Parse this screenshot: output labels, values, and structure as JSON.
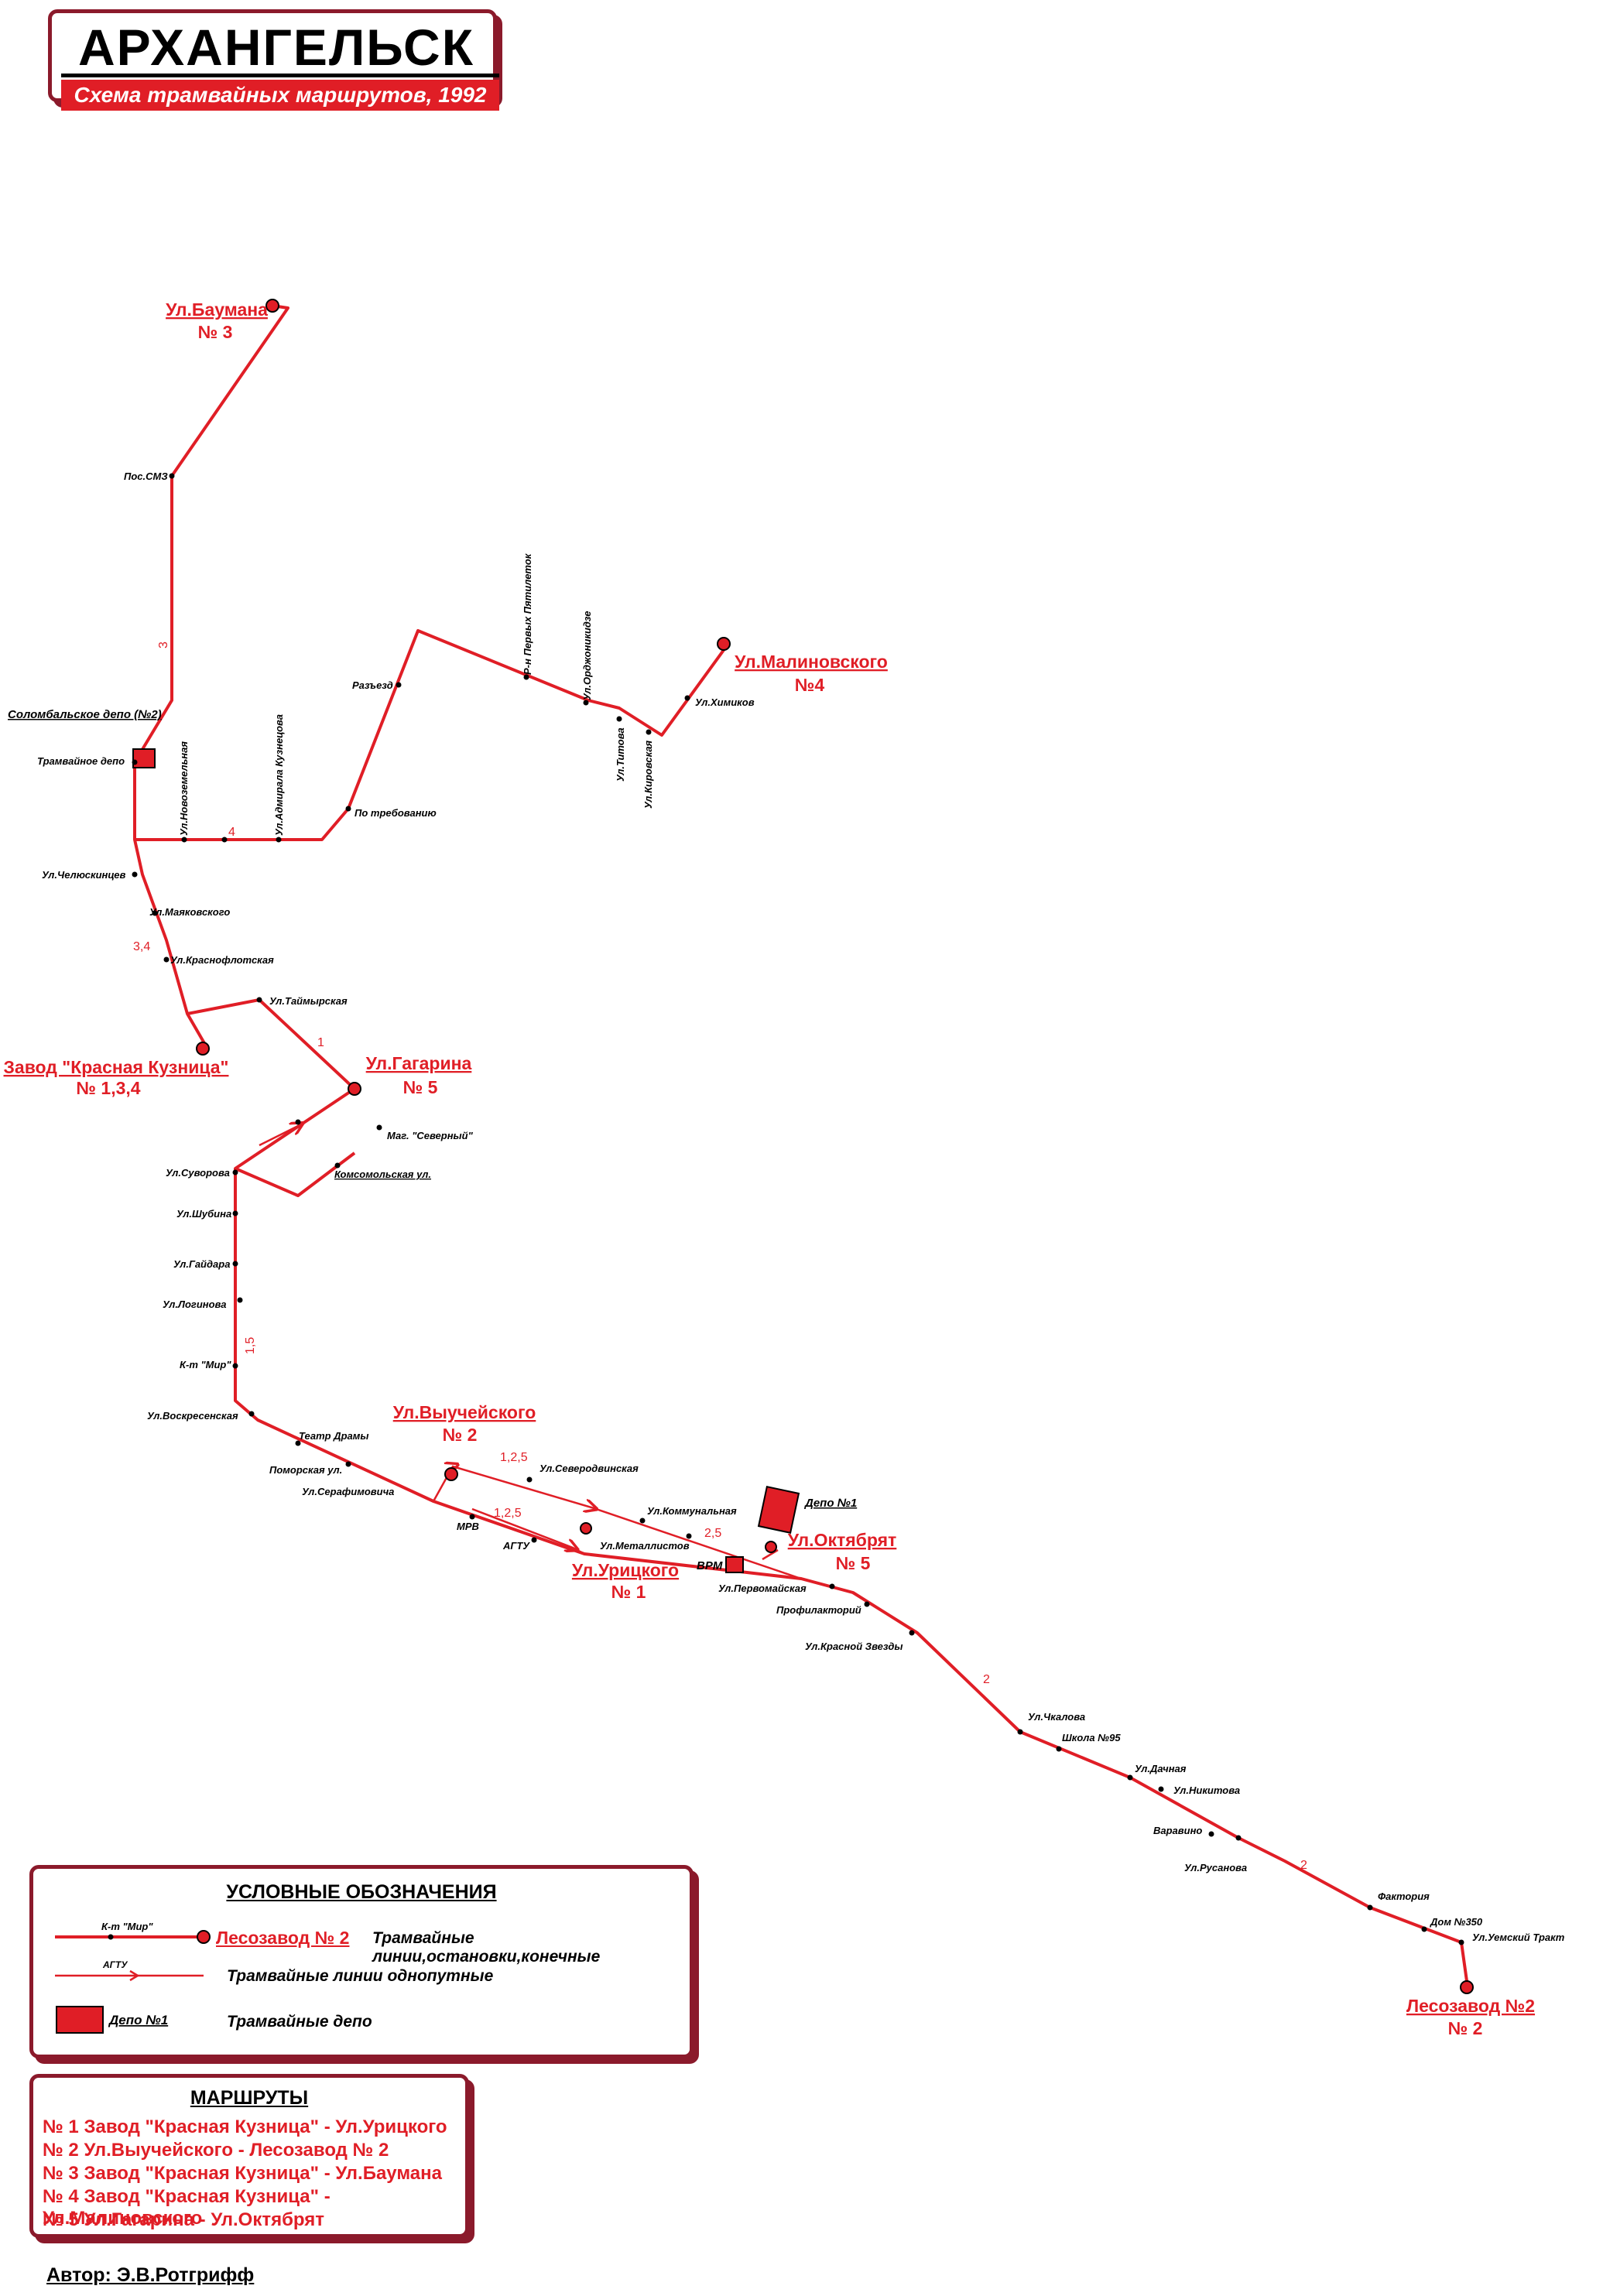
{
  "header": {
    "city": "АРХАНГЕЛЬСК",
    "subtitle": "Схема трамвайных маршрутов, 1992 год"
  },
  "colors": {
    "tram_line": "#e01e26",
    "frame": "#8b1a2b",
    "stop": "#000000"
  },
  "termini": {
    "baumana": {
      "name": "Ул.Баумана",
      "route": "№ 3"
    },
    "malinovskogo": {
      "name": "Ул.Малиновского",
      "route": "№4"
    },
    "kuznitsa": {
      "name": "Завод \"Красная Кузница\"",
      "route": "№ 1,3,4"
    },
    "gagarina": {
      "name": "Ул.Гагарина",
      "route": "№ 5"
    },
    "vyucheyskogo": {
      "name": "Ул.Выучейского",
      "route": "№ 2"
    },
    "uritskogo": {
      "name": "Ул.Урицкого",
      "route": "№ 1"
    },
    "oktyabryat": {
      "name": "Ул.Октябрят",
      "route": "№ 5"
    },
    "lesozavod": {
      "name": "Лесозавод №2",
      "route": "№ 2"
    }
  },
  "depots": {
    "solombala": "Соломбальское депо (№2)",
    "depot1": "Депо №1",
    "vrm": "ВРМ"
  },
  "stops": {
    "pos_smz": "Пос.СМЗ",
    "tram_depot": "Трамвайное депо",
    "novozemelnaya": "Ул.Новоземельная",
    "admirala_kuznetsova": "Ул.Адмирала Кузнецова",
    "po_trebovaniyu": "По требованию",
    "razezd": "Разъезд",
    "pyatiletok": "Р-н Первых Пятилеток",
    "ordzhonikidze": "Ул.Орджоникидзе",
    "titova": "Ул.Титова",
    "kirovskaya": "Ул.Кировская",
    "khimikov": "Ул.Химиков",
    "chelyuskintsev": "Ул.Челюскинцев",
    "mayakovskogo": "Ул.Маяковского",
    "krasnoflotskaya": "Ул.Краснофлотская",
    "taymyrskaya": "Ул.Таймырская",
    "mag_severny": "Маг. \"Северный\"",
    "komsomolskaya": "Комсомольская ул.",
    "suvorova": "Ул.Суворова",
    "shubina": "Ул.Шубина",
    "gaydara": "Ул.Гайдара",
    "loginova": "Ул.Логинова",
    "kt_mir": "К-т \"Мир\"",
    "voskresenskaya": "Ул.Воскресенская",
    "teatr_dramy": "Театр Драмы",
    "pomorskaya": "Поморская ул.",
    "serafimovicha": "Ул.Серафимовича",
    "mrv": "МРВ",
    "agtu": "АГТУ",
    "severodvinskaya": "Ул.Северодвинская",
    "kommunalnaya": "Ул.Коммунальная",
    "metallistov": "Ул.Металлистов",
    "pervomayskaya": "Ул.Первомайская",
    "profilaktoriy": "Профилакторий",
    "krasnoy_zvezdy": "Ул.Красной Звезды",
    "chkalova": "Ул.Чкалова",
    "shkola95": "Школа №95",
    "dachnaya": "Ул.Дачная",
    "nikitova": "Ул.Никитова",
    "varavino": "Варавино",
    "rusanova": "Ул.Русанова",
    "faktoriya": "Фактория",
    "dom350": "Дом №350",
    "uemskiy": "Ул.Уемский Тракт"
  },
  "line_labels": {
    "r3": "3",
    "r4": "4",
    "r34": "3,4",
    "r1": "1",
    "r15": "1,5",
    "r125a": "1,2,5",
    "r125b": "1,2,5",
    "r25": "2,5",
    "r2a": "2",
    "r2b": "2"
  },
  "legend": {
    "title": "УСЛОВНЫЕ  ОБОЗНАЧЕНИЯ",
    "sample_stop": "К-т \"Мир\"",
    "sample_terminus": "Лесозавод № 2",
    "lines_desc": "Трамвайные линии,остановки,конечные",
    "sample_oneway": "АГТУ",
    "oneway_desc": "Трамвайные линии однопутные",
    "sample_depot": "Депо №1",
    "depot_desc": "Трамвайные депо"
  },
  "routes": {
    "title": "МАРШРУТЫ",
    "items": [
      "№ 1  Завод \"Красная Кузница\" - Ул.Урицкого",
      "№ 2  Ул.Выучейского - Лесозавод № 2",
      "№ 3  Завод \"Красная Кузница\" - Ул.Баумана",
      "№ 4  Завод \"Красная Кузница\" - Ул.Малиновского",
      "№ 5  Ул.Гагарина - Ул.Октябрят"
    ]
  },
  "author": "Автор: Э.В.Ротгрифф"
}
